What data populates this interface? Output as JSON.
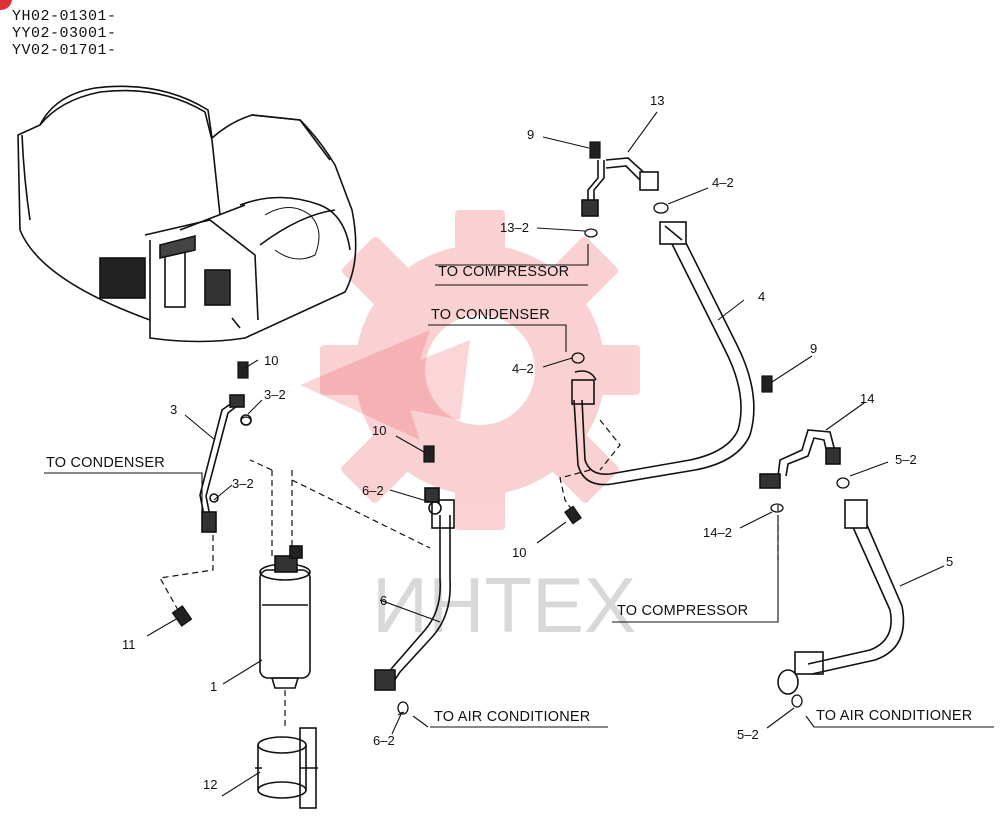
{
  "header": {
    "serials": [
      "YH02-01301-",
      "YY02-03001-",
      "YV02-01701-"
    ]
  },
  "watermark": {
    "text": "ИНТЕХ",
    "color": "#e8323a"
  },
  "callouts": {
    "c1": "1",
    "c3": "3",
    "c3_2a": "3–2",
    "c3_2b": "3–2",
    "c4": "4",
    "c4_2a": "4–2",
    "c4_2b": "4–2",
    "c5": "5",
    "c5_2a": "5–2",
    "c5_2b": "5–2",
    "c6": "6",
    "c6_2a": "6–2",
    "c6_2b": "6–2",
    "c9a": "9",
    "c9b": "9",
    "c10a": "10",
    "c10b": "10",
    "c10c": "10",
    "c11": "11",
    "c12": "12",
    "c13": "13",
    "c13_2": "13–2",
    "c14": "14",
    "c14_2": "14–2"
  },
  "destinations": {
    "to_condenser_left": "TO CONDENSER",
    "to_condenser_center": "TO CONDENSER",
    "to_compressor_upper": "TO COMPRESSOR",
    "to_compressor_lower": "TO COMPRESSOR",
    "to_air_conditioner_center": "TO AIR CONDITIONER",
    "to_air_conditioner_right": "TO AIR CONDITIONER"
  }
}
